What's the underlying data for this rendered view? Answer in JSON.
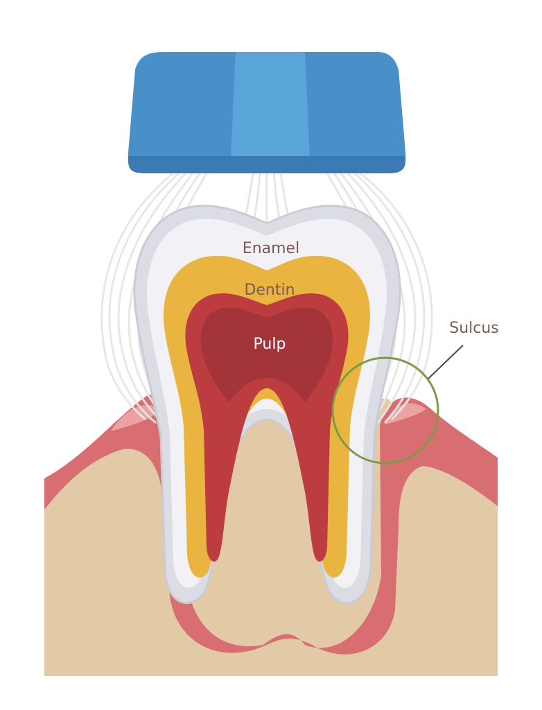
{
  "labels": {
    "enamel": "Enamel",
    "dentin": "Dentin",
    "pulp": "Pulp",
    "sulcus": "Sulcus"
  },
  "colors": {
    "brush_head": "#4A90C8",
    "brush_head_light": "#5AA6DA",
    "brush_head_dark": "#3B7AB5",
    "bristles": "#E6E6E6",
    "enamel": "#DCDCE4",
    "enamel_inner": "#F2F2F6",
    "dentin": "#E9B440",
    "pulp": "#BC3C40",
    "pulp_dark": "#A2343A",
    "gum": "#D96E72",
    "gum_highlight": "#EEA1A3",
    "bone": "#E3CAA6",
    "label_text": "#7A5A52",
    "pulp_text": "#FFFFFF",
    "sulcus_circle": "#7E9A46"
  }
}
